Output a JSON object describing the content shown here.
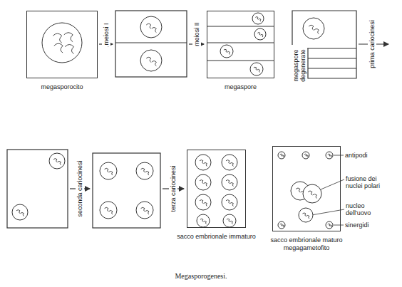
{
  "diagram": {
    "caption": "Megasporogenesi.",
    "nodes": [
      {
        "text": [
          "megasporocito"
        ]
      },
      {
        "text": [
          "megaspore"
        ]
      },
      {
        "text": [
          "sacco embrionale immaturo"
        ]
      },
      {
        "text": [
          "sacco embrionale maturo megagametofito"
        ]
      }
    ],
    "labels": [
      "meiosi I",
      "meiosi II",
      "megaspore degenerate",
      "prima cariocinesi",
      "seconda cariocinesi",
      "terza cariocinesi",
      "antipodi",
      "fusione dei nuclei polari",
      "nucleo dell'uovo",
      "sinergidi"
    ]
  }
}
